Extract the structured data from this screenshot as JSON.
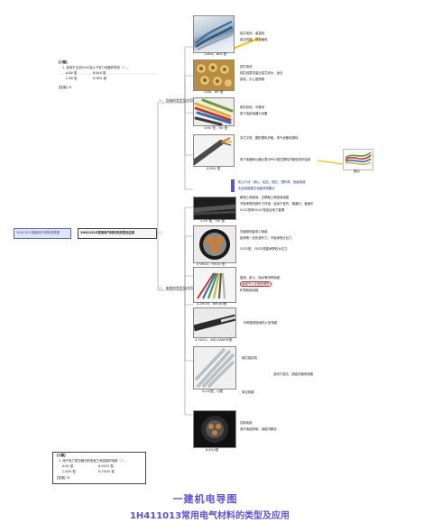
{
  "root": {
    "label": "1H411013常用电气材料的类型及应用",
    "extra": "○"
  },
  "left_tag": {
    "label": "1H411013常用电气材料的类型"
  },
  "quiz1": {
    "title": "【习题】",
    "line1": "1. 宜用于交流35kV及以下电力线路的导线（  ）。",
    "opt_a": "A.BV 型",
    "opt_b": "B.BLX 型",
    "opt_c": "C.BX 型",
    "opt_d": "D.RVV 型",
    "answer": "【答案】B"
  },
  "quiz2": {
    "title": "【习题】",
    "line1": "1. 用于电力变压器与配电室之间连接的电缆（  ）。",
    "opt_a": "A.KV 型",
    "opt_b": "B.VV22 型",
    "opt_c": "C.KVV 型",
    "opt_d": "D.YJV32 型",
    "answer": "【答案】B"
  },
  "branch1": {
    "label": "一、导线的类型及应用"
  },
  "branch2": {
    "label": "二、电缆的类型及应用"
  },
  "wires": [
    {
      "caption": "1.BLX、BLV 型",
      "note1": "铝芯电线，重量轻",
      "note2": "架空线路、长途输电"
    },
    {
      "caption": "2.BX、BV 型",
      "note1": "铜芯电线",
      "note2": "铜芯线载流量比铝芯线大，适合",
      "note3": "用电、办公室照明"
    },
    {
      "caption": "3.RV 型、RX 型",
      "note1": "铜芯软线，可移动",
      "note2": "用于连接电器与设备"
    },
    {
      "caption": "4.RVV 型",
      "note1": "多芯平型、圆形塑料护套，电气设备电源线",
      "note2": "用于电器和仪器仪表中RVV铜芯塑料护套软线作连接",
      "inset": "图片"
    },
    {
      "caption": "",
      "note1": "防止口诀：铜心、铝芯、铜芯、塑料带，铠装电缆",
      "note2": "无卤低烟铜芯电缆说明要点"
    }
  ],
  "cables": [
    {
      "caption": "1.VV 型、YJV 型",
      "note1": "聚氯乙烯绝缘、交联聚乙烯绝缘电缆",
      "note2": "不能承受机械外力作用，适用于室内、隧道内、管道中",
      "note3": "VV22型和YJV22型适合地下直埋"
    },
    {
      "caption": "2.VV22、YJV22 型",
      "note1": "内钢带铠装电力电缆",
      "note2": "能承受一定机械外力，不能承受大拉力",
      "note3": "VV32型、YJV32型能承受较大拉力"
    },
    {
      "caption": "3.ZR-VV、NH-YJV型",
      "note1": "阻燃、耐火、阻水等特种电缆",
      "note2": "适用于火灾危险场所",
      "note3": "矿物绝缘电缆"
    },
    {
      "caption": "4.YJV22、WD-ZANYJF型",
      "note1": "外侧阻燃绝缘防火型电缆"
    },
    {
      "caption": "5.LGJ型、LJ型",
      "note1": "钢芯铝绞线",
      "note2": "架空线路",
      "note3": "适用于高压、超高压输电线路"
    },
    {
      "caption": "6.KVV型",
      "note1": "控制电缆",
      "note2": "室内电缆桥架、电缆沟敷设"
    }
  ],
  "footer": {
    "line1": "一建机电导图",
    "line2": "1H411013常用电气材料的类型及应用"
  },
  "colors": {
    "accent": "#5b52d6",
    "highlight": "#d62020",
    "root_bg": "#f4f4f4",
    "branch": "#777777"
  }
}
